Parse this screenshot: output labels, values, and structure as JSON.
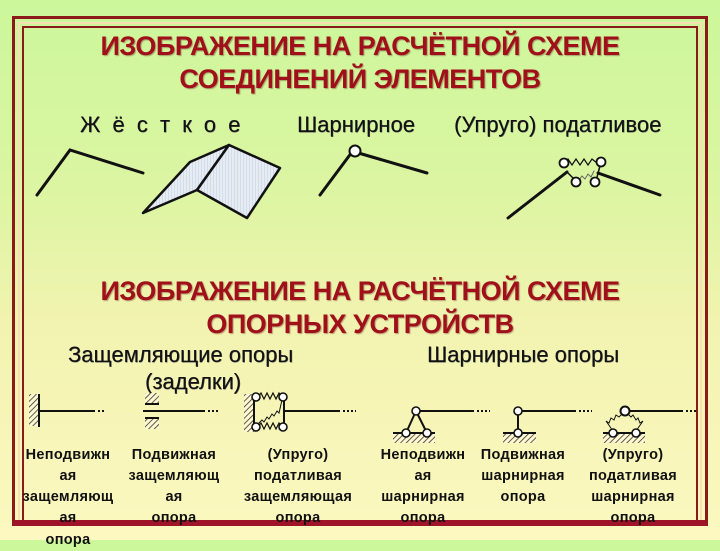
{
  "section1": {
    "title_line1": "ИЗОБРАЖЕНИЕ НА РАСЧЁТНОЙ СХЕМЕ",
    "title_line2": "СОЕДИНЕНИЙ ЭЛЕМЕНТОВ",
    "labels": {
      "rigid": "Ж ё с т к о е",
      "hinged": "Шарнирное",
      "elastic": "(Упруго) податливое"
    },
    "diagrams": [
      "rigid-joint",
      "rigid-plate-joint",
      "hinged-joint",
      "elastic-joint"
    ]
  },
  "section2": {
    "title_line1": "ИЗОБРАЖЕНИЕ НА РАСЧЁТНОЙ СХЕМЕ",
    "title_line2": "ОПОРНЫХ УСТРОЙСТВ",
    "group_fixed": {
      "label_line1": "Защемляющие опоры",
      "label_line2": "(заделки)"
    },
    "group_hinged": {
      "label": "Шарнирные опоры"
    },
    "captions": [
      [
        "Неподвижн",
        "ая",
        "защемляющ",
        "ая",
        "опора"
      ],
      [
        "Подвижная",
        "защемляющ",
        "ая",
        "опора"
      ],
      [
        "(Упруго)",
        "податливая",
        "защемляющая",
        "опора"
      ],
      [
        "Неподвижн",
        "ая",
        "шарнирная",
        "опора"
      ],
      [
        "Подвижная",
        "шарнирная",
        "опора"
      ],
      [
        "(Упруго)",
        "податливая",
        "шарнирная",
        "опора"
      ]
    ]
  },
  "colors": {
    "title": "#a0101a",
    "frame": "#8b1a1a",
    "bg_top": "#ccf79b",
    "bg_bottom": "#fcf8c0",
    "plate_fill": "#dde4ef"
  }
}
